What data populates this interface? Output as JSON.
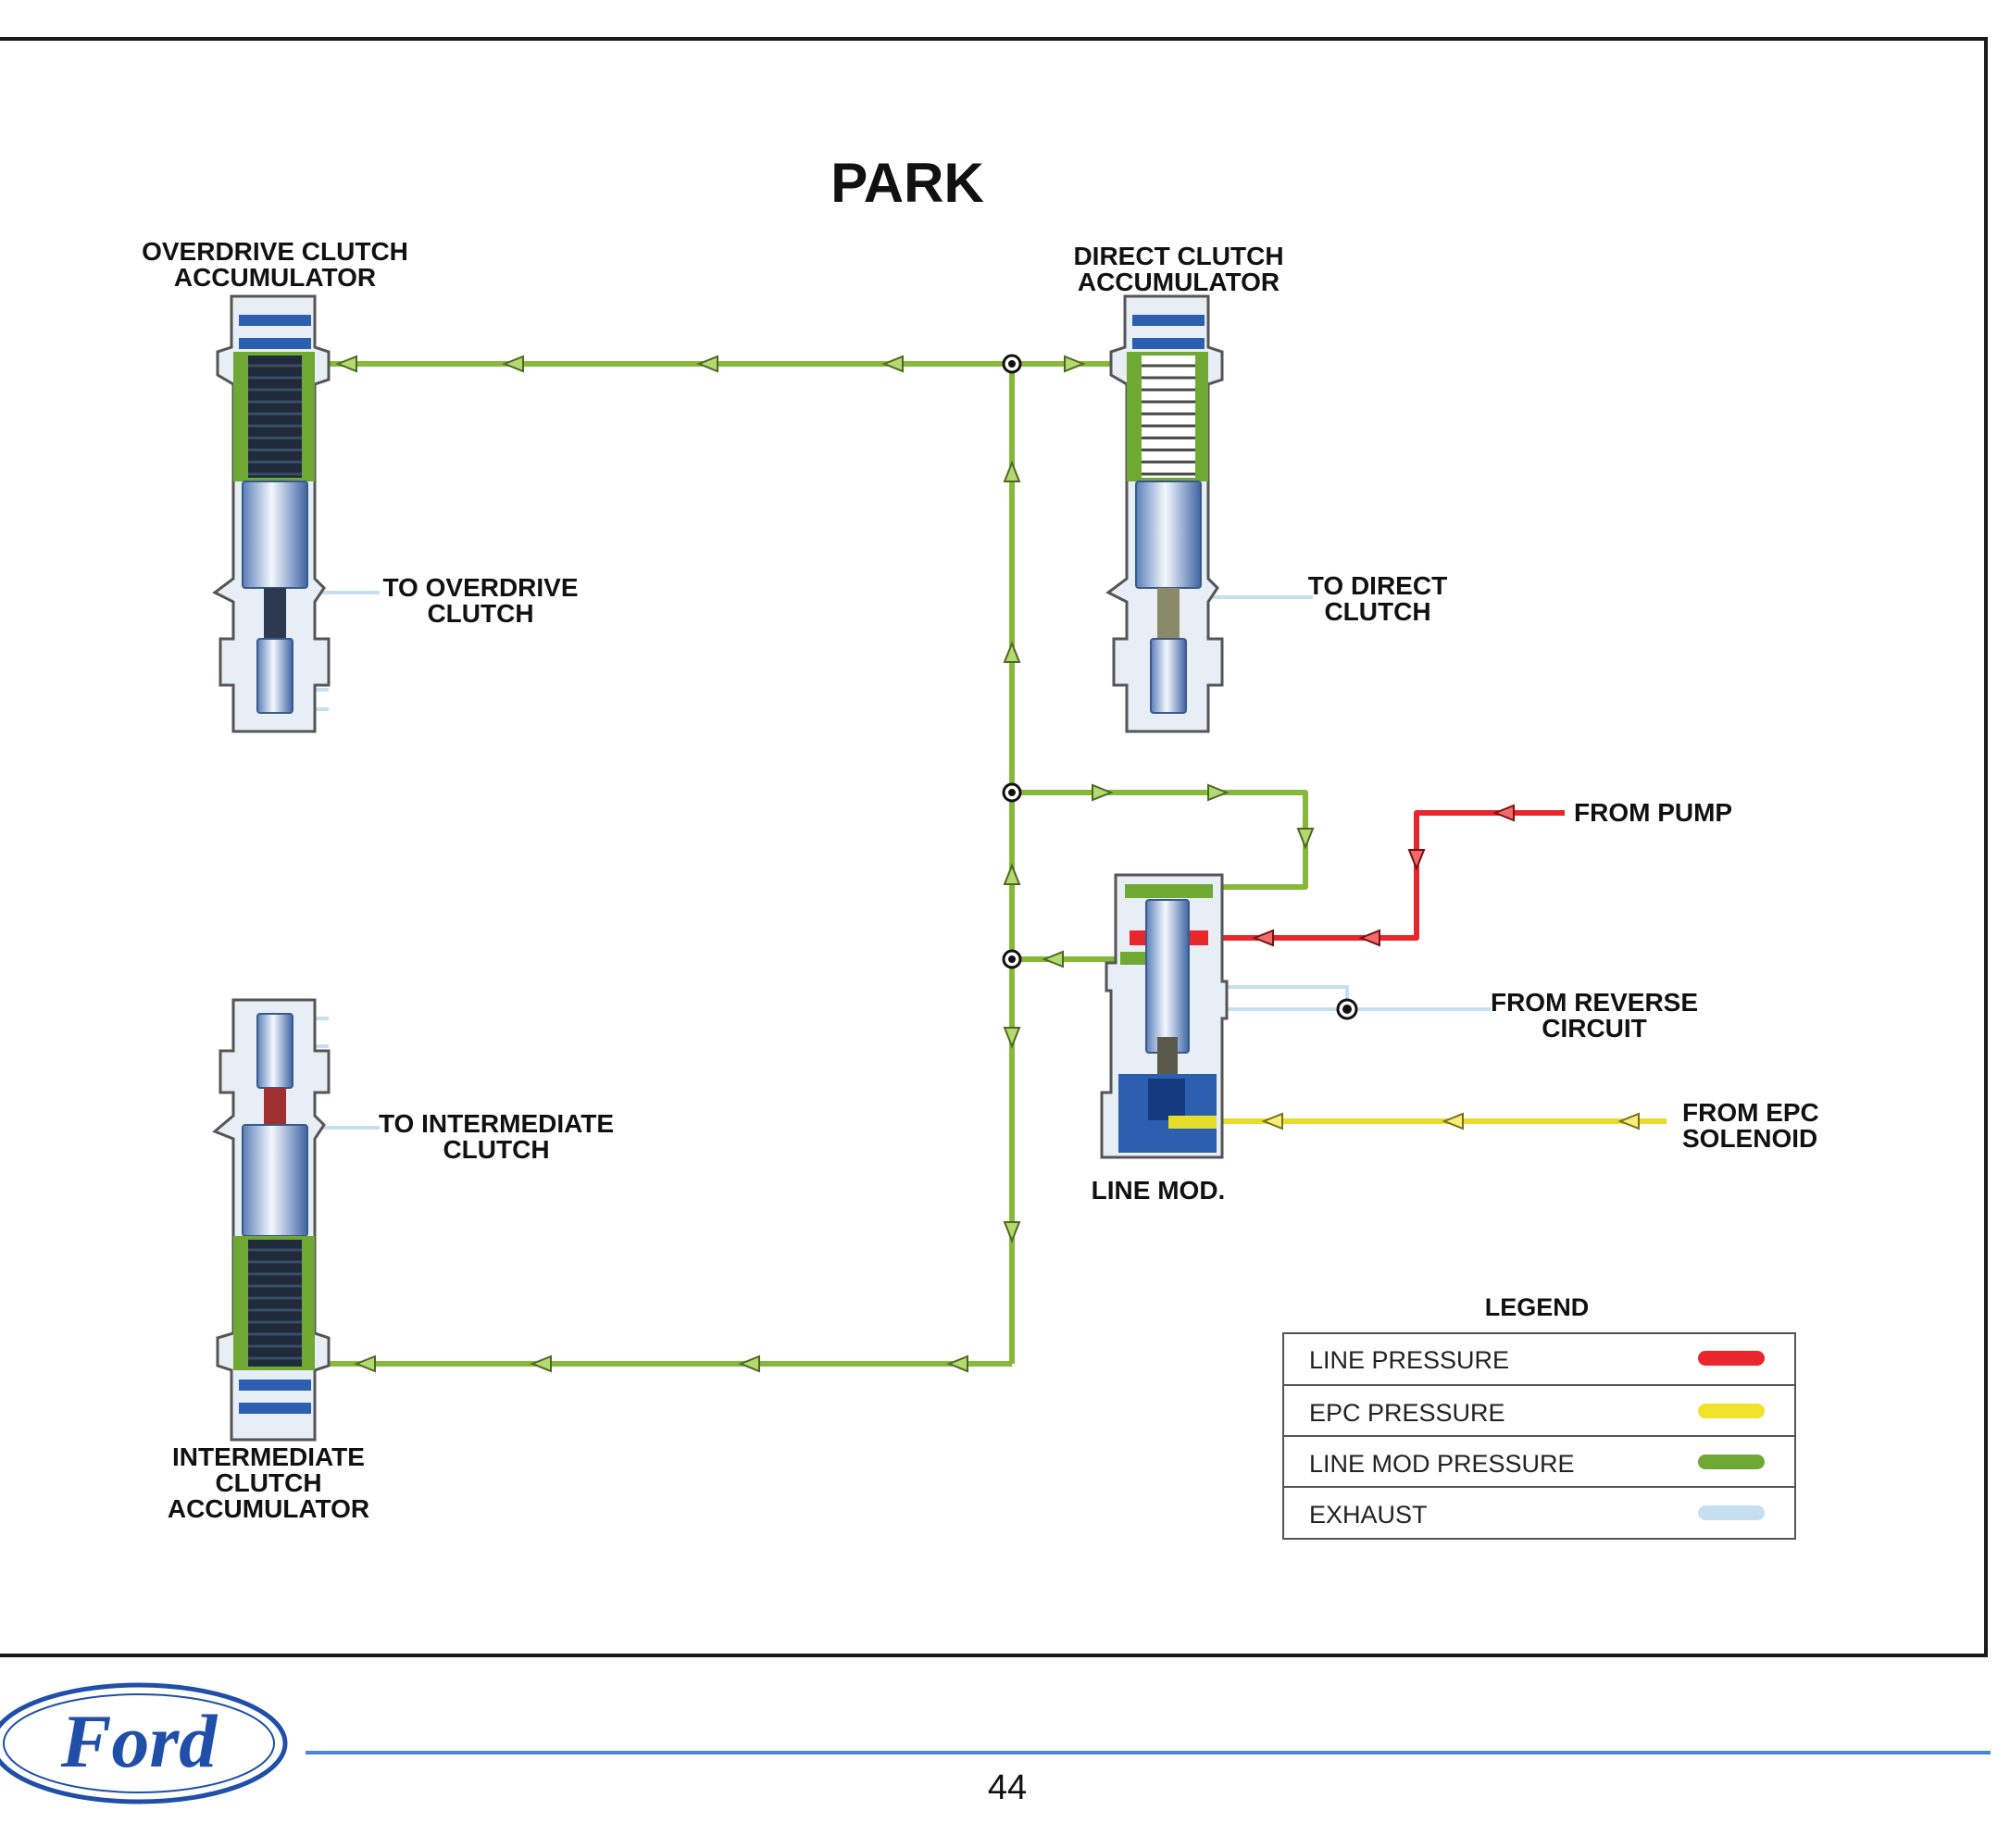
{
  "title": "PARK",
  "labels": {
    "od_accumulator": [
      "OVERDRIVE CLUTCH",
      "ACCUMULATOR"
    ],
    "direct_accumulator": [
      "DIRECT CLUTCH",
      "ACCUMULATOR"
    ],
    "to_od_clutch": [
      "TO OVERDRIVE",
      "CLUTCH"
    ],
    "to_direct_clutch": [
      "TO DIRECT",
      "CLUTCH"
    ],
    "to_int_clutch": [
      "TO INTERMEDIATE",
      "CLUTCH"
    ],
    "int_accumulator": [
      "INTERMEDIATE",
      "CLUTCH",
      "ACCUMULATOR"
    ],
    "from_pump": "FROM PUMP",
    "from_reverse": [
      "FROM REVERSE",
      "CIRCUIT"
    ],
    "from_epc": [
      "FROM EPC",
      "SOLENOID"
    ],
    "line_mod": "LINE MOD."
  },
  "legend": {
    "title": "LEGEND",
    "items": [
      {
        "label": "LINE PRESSURE",
        "color": "#e8262b"
      },
      {
        "label": "EPC PRESSURE",
        "color": "#f2e22a"
      },
      {
        "label": "LINE MOD PRESSURE",
        "color": "#6fa832"
      },
      {
        "label": "EXHAUST",
        "color": "#c6dff0"
      }
    ]
  },
  "logo_text": "Ford",
  "page_number": "44",
  "colors": {
    "line_mod": "#86b83a",
    "line_pressure": "#e8262b",
    "epc": "#e6dc2a",
    "exhaust": "#c6dff0",
    "blue": "#2c5fb0",
    "ford_blue": "#1f4fa8",
    "rule": "#4a86d4"
  }
}
